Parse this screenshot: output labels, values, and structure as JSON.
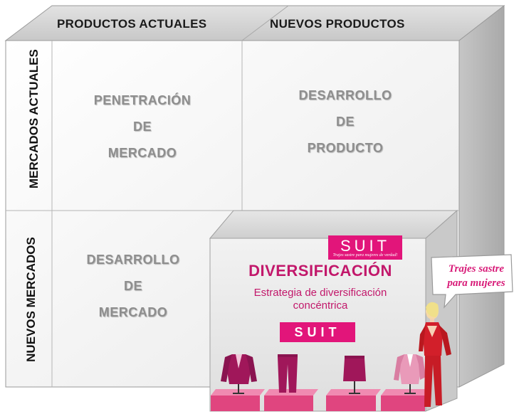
{
  "matrix": {
    "col_headers": [
      "PRODUCTOS ACTUALES",
      "NUEVOS PRODUCTOS"
    ],
    "row_headers": [
      "MERCADOS ACTUALES",
      "NUEVOS MERCADOS"
    ],
    "cells": {
      "top_left": [
        "PENETRACIÓN",
        "DE",
        "MERCADO"
      ],
      "top_right": [
        "DESARROLLO",
        "DE",
        "PRODUCTO"
      ],
      "bottom_left": [
        "DESARROLLO",
        "DE",
        "MERCADO"
      ]
    }
  },
  "diversification": {
    "title": "DIVERSIFICACIÓN",
    "subtitle_line1": "Estrategia de diversificación",
    "subtitle_line2": "concéntrica",
    "brand_top": "SUIT",
    "brand_tagline": "Trajes sastre para mujeres de verdad!",
    "brand_mid": "SUIT"
  },
  "speech_bubble": {
    "line1": "Trajes sastre",
    "line2": "para mujeres"
  },
  "colors": {
    "brand_magenta": "#e2157a",
    "cube_face": "#f4f4f4",
    "cube_top": "#d6d6d6",
    "cube_side": "#bdbdbd",
    "cell_text": "#8e8e8e"
  }
}
